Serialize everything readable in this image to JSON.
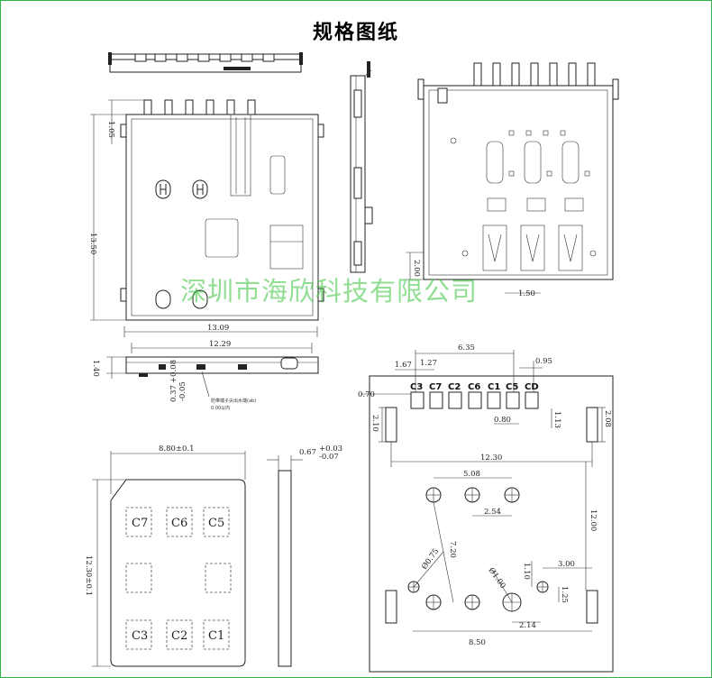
{
  "title": "规格图纸",
  "watermark": "深圳市海欣科技有限公司",
  "colors": {
    "frame": "#2fb24a",
    "watermark": "#36c23a",
    "ink": "#222222"
  },
  "main_drawing": {
    "height": "13.50",
    "top_gap": "1.05",
    "width": "13.09",
    "inner_width": "12.29",
    "side_height": "1.40",
    "tolerance_top": "+0.08",
    "tolerance_nominal": "0.37",
    "tolerance_bottom": "-0.05",
    "note_line1": "防带端子尖出水端(ab)",
    "note_line2": "0.00以内"
  },
  "right_drawing": {
    "dim_height": "2.00",
    "dim_width": "1.50"
  },
  "card": {
    "width": "8.80±0.1",
    "height": "12.30±0.1",
    "thickness_nominal": "0.67",
    "thickness_plus": "+0.03",
    "thickness_minus": "-0.07",
    "contacts_top": [
      "C7",
      "C6",
      "C5"
    ],
    "contacts_bottom": [
      "C3",
      "C2",
      "C1"
    ]
  },
  "footprint": {
    "pins": [
      "C3",
      "C7",
      "C2",
      "C6",
      "C1",
      "C5",
      "CD"
    ],
    "d_pitch_total": "6.35",
    "d_first": "1.67",
    "d_second": "1.27",
    "d_cd": "0.95",
    "d_left": "0.70",
    "d_pad_h_left": "2.10",
    "d_pad_w": "0.80",
    "d_pad_h": "1.13",
    "d_pad_h_right": "2.08",
    "d_span": "12.30",
    "d_holes": "5.08",
    "d_hole_pitch": "2.54",
    "d_hole_v": "7.20",
    "d_vert": "12.00",
    "d_hole_a": "Ø0.75",
    "d_hole_b": "Ø1.00",
    "d_hole_c": "1.10",
    "d_right_top": "3.00",
    "d_right_v": "1.25",
    "d_bottom_a": "2.14",
    "d_bottom": "8.50"
  }
}
